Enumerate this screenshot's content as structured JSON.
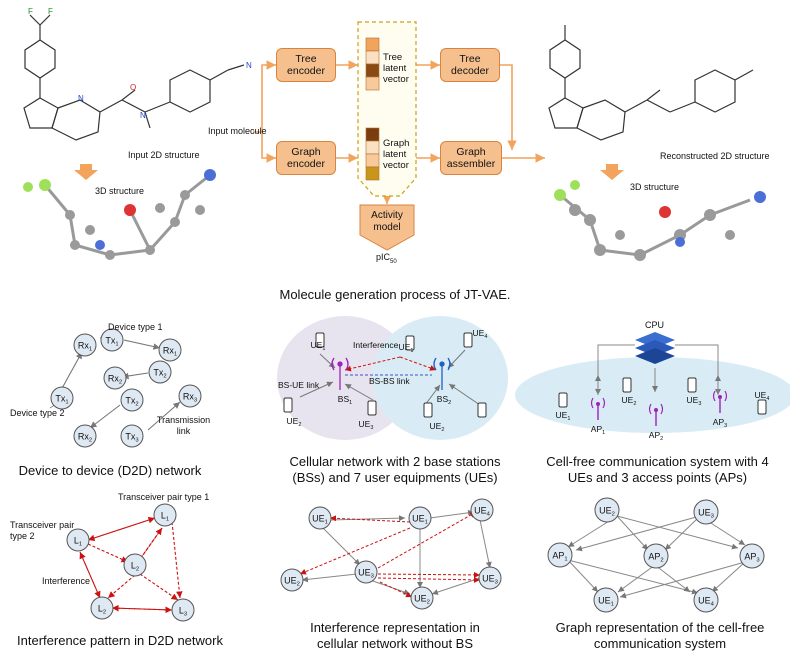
{
  "jtvae": {
    "input_2d": "Input 2D structure",
    "structure_3d_left": "3D structure",
    "input_molecule": "Input molecule",
    "tree_encoder": "Tree encoder",
    "graph_encoder": "Graph encoder",
    "tree_latent": "Tree latent vector",
    "graph_latent": "Graph latent vector",
    "activity_model": "Activity model",
    "pic50": "pIC50",
    "tree_decoder": "Tree decoder",
    "graph_assembler": "Graph assembler",
    "reconstructed_2d": "Reconstructed 2D structure",
    "structure_3d_right": "3D structure",
    "caption": "Molecule generation process of JT-VAE.",
    "tree_vector_colors": [
      "#f2a35c",
      "#fbe0c2",
      "#8b4a14",
      "#f8c99a"
    ],
    "graph_vector_colors": [
      "#7a3d10",
      "#fbe0c2",
      "#f8c99a",
      "#c9961c"
    ],
    "accent": "#f2a35c"
  },
  "d2d": {
    "caption": "Device to device (D2D) network",
    "device_type_1": "Device type 1",
    "device_type_2": "Device type 2",
    "transmission_link": "Transmission link",
    "nodes": [
      "Tx1",
      "Rx1",
      "Rx1",
      "Rx2",
      "Tx2",
      "Tx2",
      "Tx1",
      "Rx2",
      "Tx3",
      "Rx3"
    ]
  },
  "cellular": {
    "caption_line1": "Cellular network with 2 base stations",
    "caption_line2": "(BSs) and 7 user equipments (UEs)",
    "interference": "Interference",
    "bs_ue_link": "BS-UE link",
    "bs_bs_link": "BS-BS link",
    "bs1": "BS1",
    "bs2": "BS2",
    "ue_labels": [
      "UE1",
      "UE1",
      "UE4",
      "UE2",
      "UE3",
      "UE2"
    ]
  },
  "cellfree": {
    "caption_line1": "Cell-free communication system with 4",
    "caption_line2": "UEs and 3 access points (APs)",
    "cpu": "CPU",
    "ue_labels": [
      "UE1",
      "UE2",
      "UE3",
      "UE4"
    ],
    "ap_labels": [
      "AP1",
      "AP2",
      "AP3"
    ]
  },
  "interference_d2d": {
    "caption": "Interference pattern in D2D network",
    "pair_type_1": "Transceiver pair type 1",
    "pair_type_2": "Transceiver pair type 2",
    "interference": "Interference",
    "nodes": [
      "L1",
      "L1",
      "L2",
      "L2",
      "L3"
    ]
  },
  "interference_cell": {
    "caption_line1": "Interference representation in",
    "caption_line2": "cellular network without BS",
    "nodes": [
      "UE1",
      "UE1",
      "UE4",
      "UE2",
      "UE3",
      "UE3",
      "UE2"
    ]
  },
  "graph_cellfree": {
    "caption_line1": "Graph representation of the cell-free",
    "caption_line2": "communication system",
    "nodes": [
      "UE2",
      "UE3",
      "AP1",
      "AP2",
      "AP3",
      "UE1",
      "UE4"
    ]
  }
}
